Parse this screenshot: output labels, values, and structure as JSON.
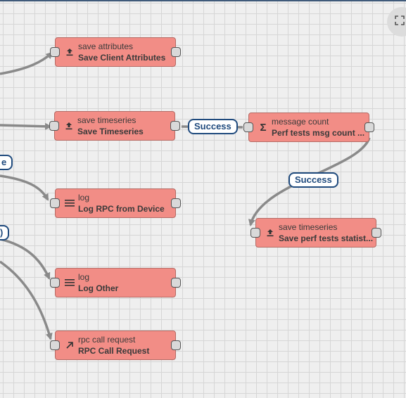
{
  "nodes": [
    {
      "id": "save-attributes",
      "type": "save attributes",
      "name": "Save Client Attributes",
      "icon": "upload-icon"
    },
    {
      "id": "save-timeseries",
      "type": "save timeseries",
      "name": "Save Timeseries",
      "icon": "upload-icon"
    },
    {
      "id": "message-count",
      "type": "message count",
      "name": "Perf tests msg count ...",
      "icon": "sigma-icon"
    },
    {
      "id": "log-rpc",
      "type": "log",
      "name": "Log RPC from Device",
      "icon": "menu-lines-icon"
    },
    {
      "id": "save-perf",
      "type": "save timeseries",
      "name": "Save perf tests statist...",
      "icon": "upload-icon"
    },
    {
      "id": "log-other",
      "type": "log",
      "name": "Log Other",
      "icon": "menu-lines-icon"
    },
    {
      "id": "rpc-call",
      "type": "rpc call request",
      "name": "RPC Call Request",
      "icon": "arrow-up-right-icon"
    }
  ],
  "link_labels": {
    "success_1": "Success",
    "success_2": "Success",
    "partial_1": "e",
    "partial_2": ")"
  },
  "colors": {
    "node_fill": "#f28d86",
    "link": "#8a8a8a",
    "label_border": "#1f4a7d",
    "canvas": "#efefef"
  },
  "controls": {
    "fullscreen_icon": "fullscreen-icon"
  }
}
